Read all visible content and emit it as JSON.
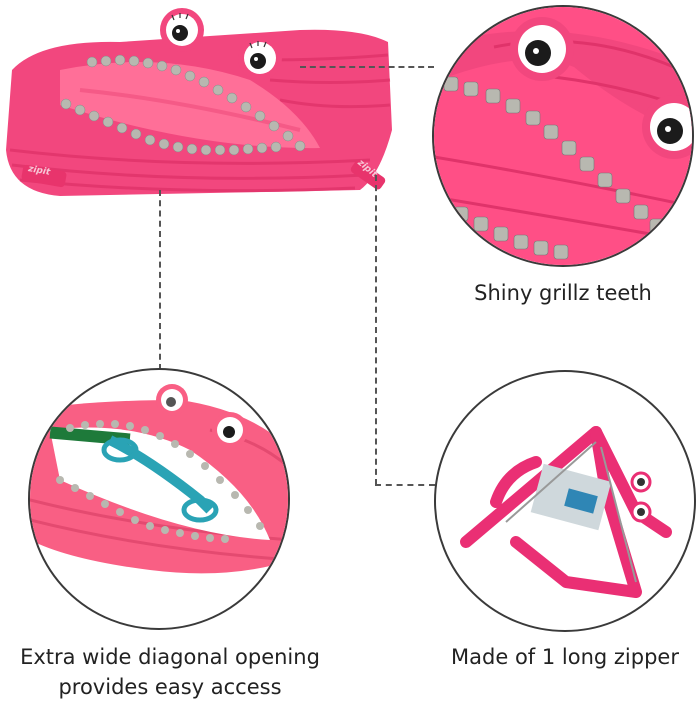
{
  "product": {
    "name": "Pink zipper monster pencil case",
    "brand_label": "zipit",
    "colors": {
      "body": "#f2477e",
      "body_dark": "#e0336a",
      "interior": "#ff6f98",
      "teeth": "#b8b8b0",
      "outline": "#3a3a3a",
      "dash": "#555555",
      "text": "#222222"
    }
  },
  "callouts": [
    {
      "id": "teeth",
      "caption": "Shiny grillz teeth",
      "icon": "zoom-teeth-photo"
    },
    {
      "id": "opening",
      "caption_line1": "Extra wide diagonal opening",
      "caption_line2": "provides easy access",
      "icon": "open-case-with-scissors-photo"
    },
    {
      "id": "zipper",
      "caption": "Made of 1 long zipper",
      "icon": "unzipped-case-photo"
    }
  ]
}
